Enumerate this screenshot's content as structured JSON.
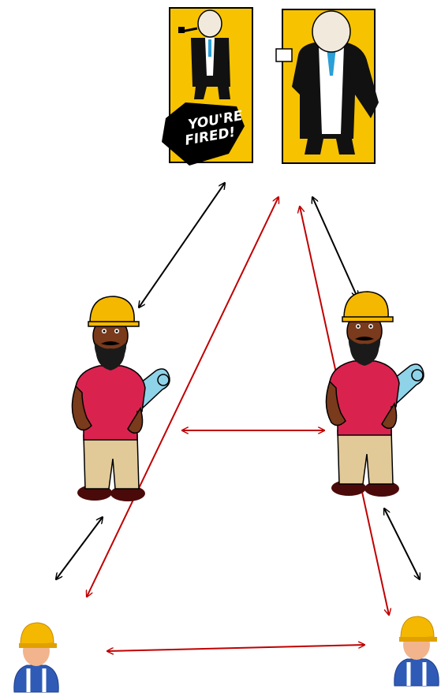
{
  "boss_left": {
    "caption_line1": "YOU'RE",
    "caption_line2": "FIRED!",
    "icon": "boss-with-pipe"
  },
  "boss_right": {
    "icon": "boss-with-notepad"
  },
  "supervisor_left": {
    "icon": "supervisor-hardhat-blueprint"
  },
  "supervisor_right": {
    "icon": "supervisor-hardhat-blueprint"
  },
  "worker_left": {
    "icon": "worker-hardhat-avatar"
  },
  "worker_right": {
    "icon": "worker-hardhat-avatar"
  },
  "colors": {
    "panel_yellow": "#F7C300",
    "arrow_black": "#000000",
    "arrow_red": "#C00000",
    "hardhat_yellow": "#F5B800",
    "shirt_red": "#D9234E",
    "pants_tan": "#E2C998",
    "skin_brown": "#7A3A1C",
    "worker_blue": "#2F5BB7"
  }
}
